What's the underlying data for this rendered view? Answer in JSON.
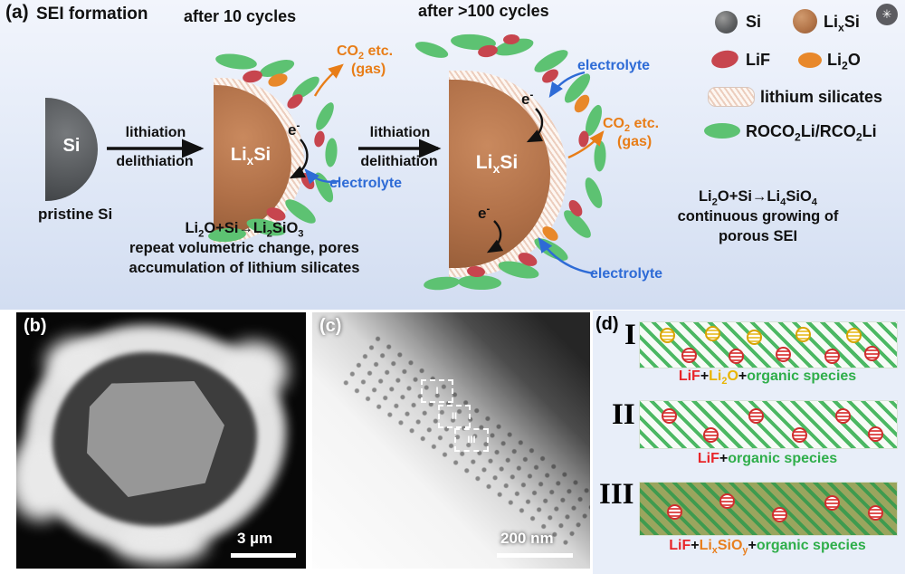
{
  "colors": {
    "electrolyte_blue": "#2e6bd6",
    "gas_orange": "#e87d17",
    "lif_red": "#e8252a",
    "li2o_yellow": "#e9b400",
    "organic_green": "#2fae4a",
    "silicate_orange": "#e87f1e",
    "particle_copper": "#b07048",
    "si_gray": "#55585b"
  },
  "viewer_badge_glyph": "✳",
  "panel_a": {
    "label": "(a)",
    "title": "SEI formation",
    "stage1_title": "after 10 cycles",
    "stage2_title": "after >100 cycles",
    "pristine_label": "Si",
    "pristine_caption": "pristine Si",
    "lithiation": "lithiation",
    "delithiation": "delithiation",
    "particle_label": [
      {
        "t": "Li"
      },
      {
        "t": "x",
        "sub": true
      },
      {
        "t": "Si"
      }
    ],
    "electron": [
      {
        "t": "e"
      },
      {
        "t": "-",
        "sup": true
      }
    ],
    "electrolyte_label": "electrolyte",
    "co2_line1": [
      {
        "t": "CO"
      },
      {
        "t": "2",
        "sub": true
      },
      {
        "t": " etc."
      }
    ],
    "co2_line2": "(gas)",
    "reaction1_line1": [
      {
        "t": "Li"
      },
      {
        "t": "2",
        "sub": true
      },
      {
        "t": "O+Si→Li"
      },
      {
        "t": "2",
        "sub": true
      },
      {
        "t": "SiO"
      },
      {
        "t": "3",
        "sub": true
      }
    ],
    "reaction1_line2": "repeat volumetric change, pores",
    "reaction1_line3": "accumulation of lithium silicates",
    "reaction2_line1": [
      {
        "t": "Li"
      },
      {
        "t": "2",
        "sub": true
      },
      {
        "t": "O+Si→Li"
      },
      {
        "t": "4",
        "sub": true
      },
      {
        "t": "SiO"
      },
      {
        "t": "4",
        "sub": true
      }
    ],
    "reaction2_line2": "continuous growing of",
    "reaction2_line3": "porous SEI"
  },
  "legend": {
    "si_label": "Si",
    "lixsi_label": [
      {
        "t": "Li"
      },
      {
        "t": "x",
        "sub": true
      },
      {
        "t": "Si"
      }
    ],
    "lif_label": "LiF",
    "li2o_label": [
      {
        "t": "Li"
      },
      {
        "t": "2",
        "sub": true
      },
      {
        "t": "O"
      }
    ],
    "silicates_label": "lithium silicates",
    "organic_label": [
      {
        "t": "ROCO"
      },
      {
        "t": "2",
        "sub": true
      },
      {
        "t": "Li/RCO"
      },
      {
        "t": "2",
        "sub": true
      },
      {
        "t": "Li"
      }
    ]
  },
  "panel_b": {
    "label": "(b)",
    "scale_bar": "3 µm"
  },
  "panel_c": {
    "label": "(c)",
    "scale_bar": "200 nm",
    "region_labels": [
      "I",
      "II",
      "III"
    ]
  },
  "panel_d": {
    "label": "(d)",
    "rows": [
      {
        "numeral": "I",
        "caption": [
          {
            "t": "LiF",
            "c": "#e8252a"
          },
          {
            "t": "+",
            "c": "#111111"
          },
          {
            "t": "Li",
            "c": "#e9b400"
          },
          {
            "t": "2",
            "sub": true,
            "c": "#e9b400"
          },
          {
            "t": "O",
            "c": "#e9b400"
          },
          {
            "t": "+",
            "c": "#111111"
          },
          {
            "t": "organic species",
            "c": "#2fae4a"
          }
        ]
      },
      {
        "numeral": "II",
        "caption": [
          {
            "t": "LiF",
            "c": "#e8252a"
          },
          {
            "t": "+",
            "c": "#111111"
          },
          {
            "t": "organic species",
            "c": "#2fae4a"
          }
        ]
      },
      {
        "numeral": "III",
        "caption": [
          {
            "t": "LiF",
            "c": "#e8252a"
          },
          {
            "t": "+",
            "c": "#111111"
          },
          {
            "t": "Li",
            "c": "#e87f1e"
          },
          {
            "t": "x",
            "sub": true,
            "c": "#e87f1e"
          },
          {
            "t": "SiO",
            "c": "#e87f1e"
          },
          {
            "t": "y",
            "sub": true,
            "c": "#e87f1e"
          },
          {
            "t": "+",
            "c": "#111111"
          },
          {
            "t": "organic species",
            "c": "#2fae4a"
          }
        ]
      }
    ]
  }
}
